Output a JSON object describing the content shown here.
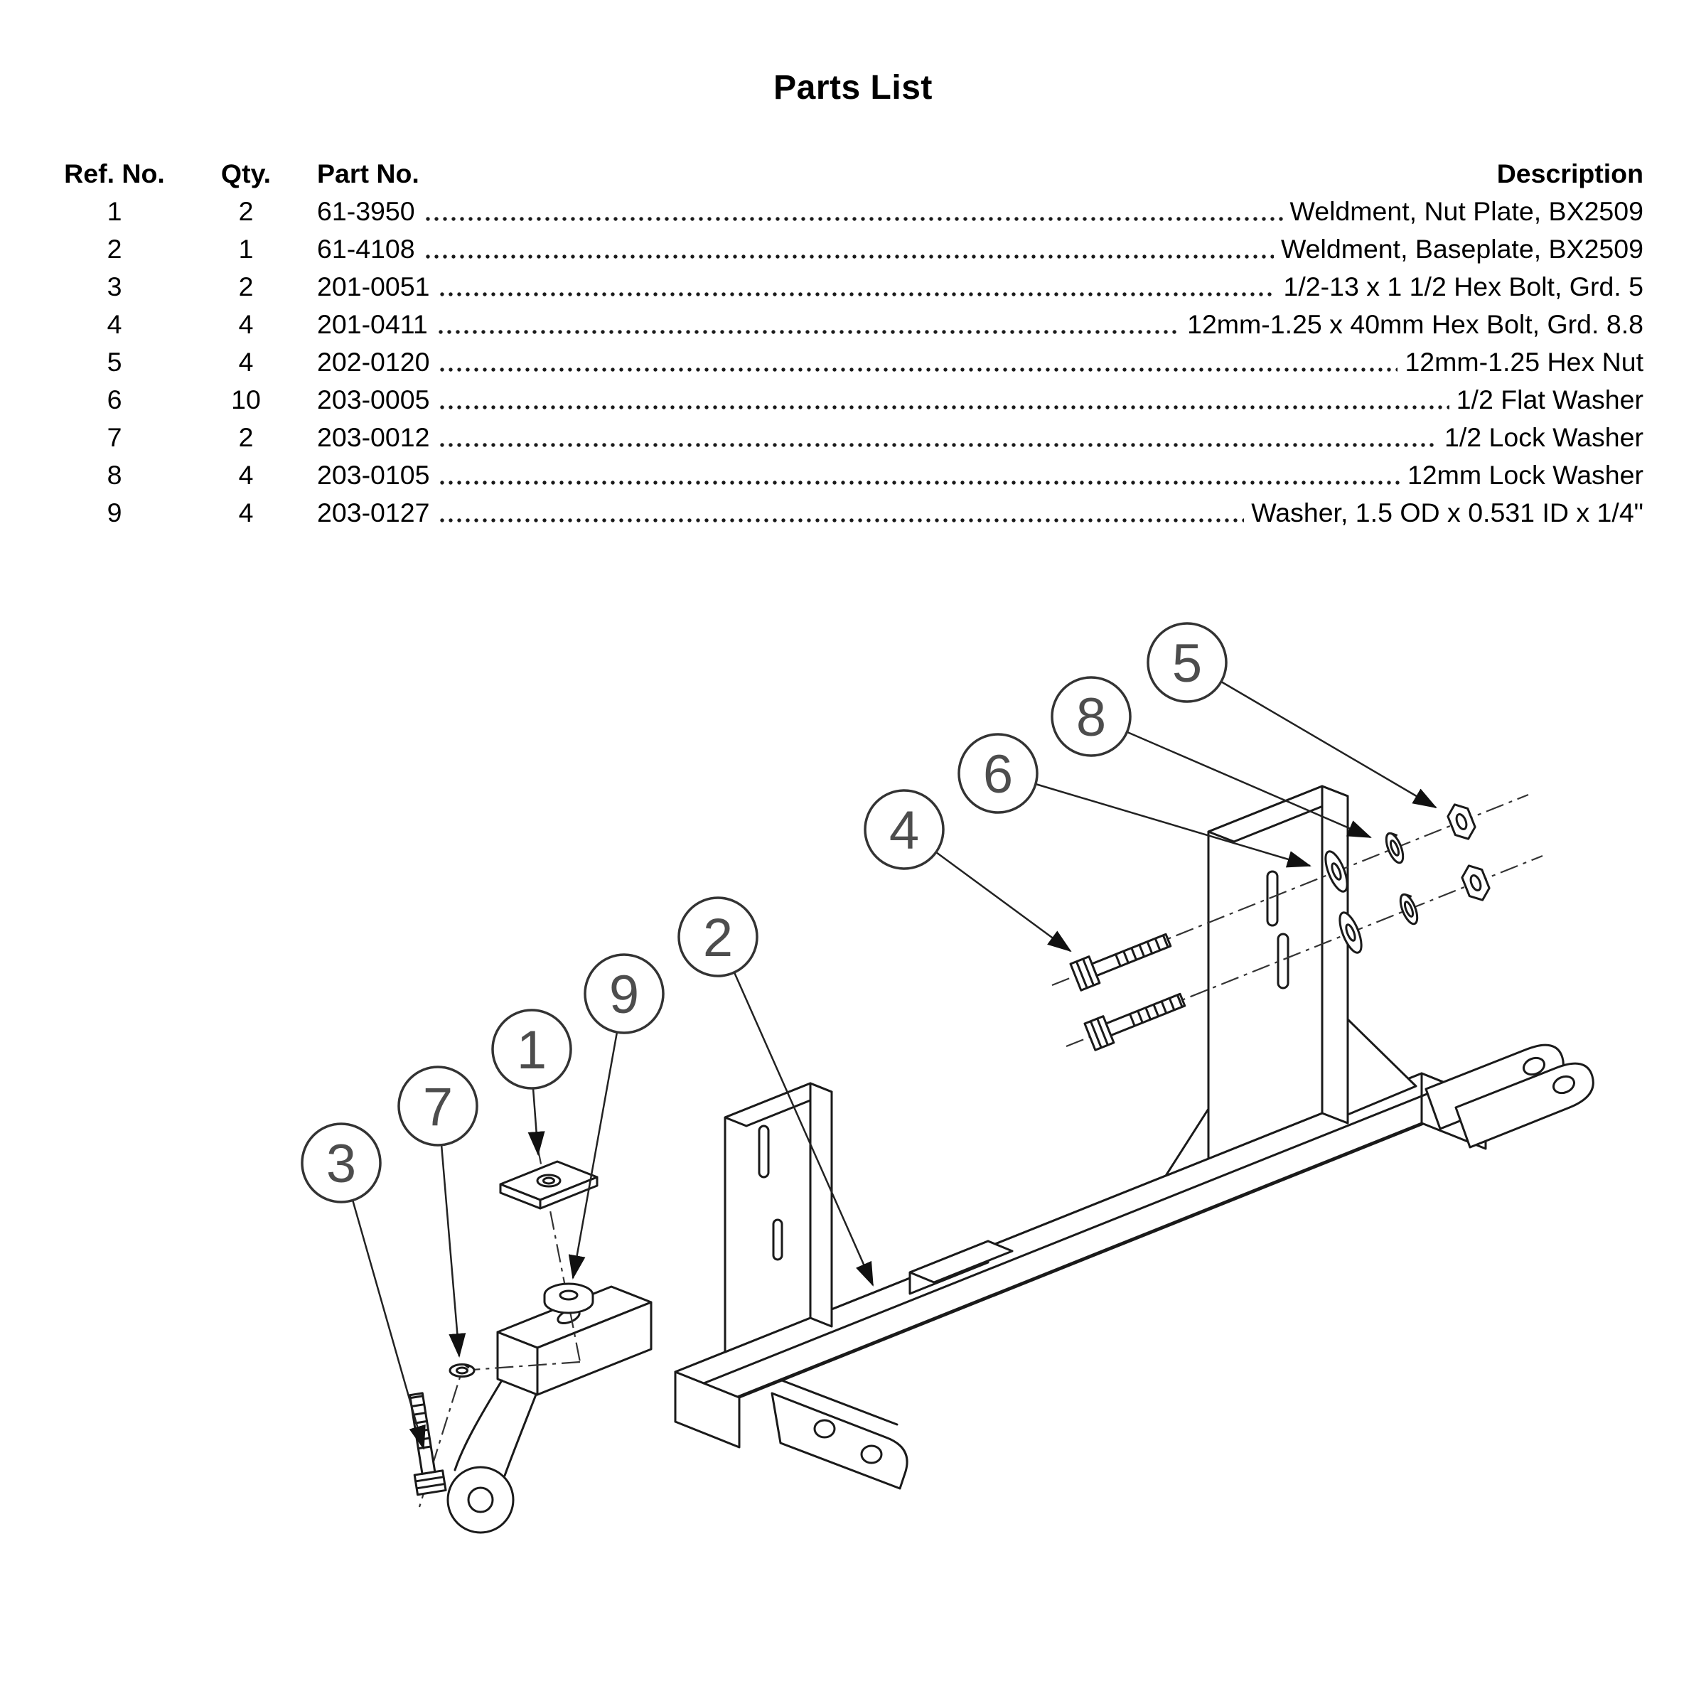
{
  "page": {
    "title": "Parts List"
  },
  "parts_table": {
    "headers": {
      "ref": "Ref. No.",
      "qty": "Qty.",
      "part": "Part No.",
      "desc": "Description"
    },
    "rows": [
      {
        "ref": "1",
        "qty": "2",
        "part": "61-3950",
        "desc": "Weldment, Nut Plate, BX2509"
      },
      {
        "ref": "2",
        "qty": "1",
        "part": "61-4108",
        "desc": "Weldment, Baseplate, BX2509"
      },
      {
        "ref": "3",
        "qty": "2",
        "part": "201-0051",
        "desc": "1/2-13 x 1 1/2 Hex Bolt, Grd. 5"
      },
      {
        "ref": "4",
        "qty": "4",
        "part": "201-0411",
        "desc": "12mm-1.25 x 40mm Hex Bolt, Grd. 8.8"
      },
      {
        "ref": "5",
        "qty": "4",
        "part": "202-0120",
        "desc": "12mm-1.25 Hex Nut"
      },
      {
        "ref": "6",
        "qty": "10",
        "part": "203-0005",
        "desc": "1/2 Flat Washer"
      },
      {
        "ref": "7",
        "qty": "2",
        "part": "203-0012",
        "desc": "1/2 Lock Washer"
      },
      {
        "ref": "8",
        "qty": "4",
        "part": "203-0105",
        "desc": "12mm Lock Washer"
      },
      {
        "ref": "9",
        "qty": "4",
        "part": "203-0127",
        "desc": "Washer, 1.5 OD x 0.531 ID x 1/4\""
      }
    ]
  },
  "diagram": {
    "callouts": [
      {
        "label": "5"
      },
      {
        "label": "8"
      },
      {
        "label": "6"
      },
      {
        "label": "4"
      },
      {
        "label": "2"
      },
      {
        "label": "9"
      },
      {
        "label": "1"
      },
      {
        "label": "7"
      },
      {
        "label": "3"
      }
    ],
    "colors": {
      "line": "#1a1a1a",
      "balloon_digit": "#4d4d4d",
      "text": "#000000"
    }
  }
}
